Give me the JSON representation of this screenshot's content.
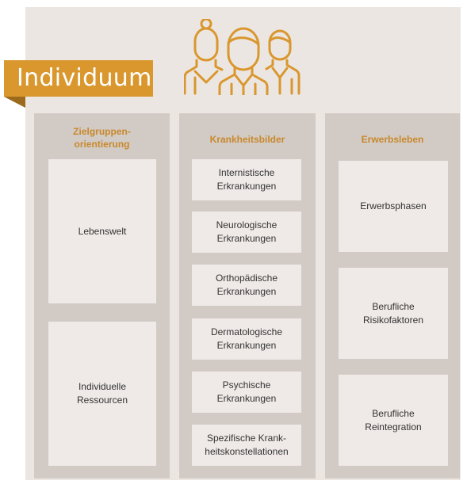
{
  "title": "Individuum",
  "icon": "people-group-icon",
  "colors": {
    "accent": "#d9972e",
    "panel": "#ece6e3",
    "column": "#d2cac5",
    "box": "#efeae8"
  },
  "columns": [
    {
      "heading": "Zielgruppen-\norientierung",
      "boxes": [
        "Lebenswelt",
        "Individuelle\nRessourcen"
      ]
    },
    {
      "heading": "Krankheitsbilder",
      "boxes": [
        "Internistische\nErkrankungen",
        "Neurologische\nErkrankungen",
        "Orthopädische\nErkrankungen",
        "Dermatologische\nErkrankungen",
        "Psychische\nErkrankungen",
        "Spezifische Krank-\nheitskonstellationen"
      ]
    },
    {
      "heading": "Erwerbsleben",
      "boxes": [
        "Erwerbsphasen",
        "Berufliche\nRisikofaktoren",
        "Berufliche\nReintegration"
      ]
    }
  ]
}
